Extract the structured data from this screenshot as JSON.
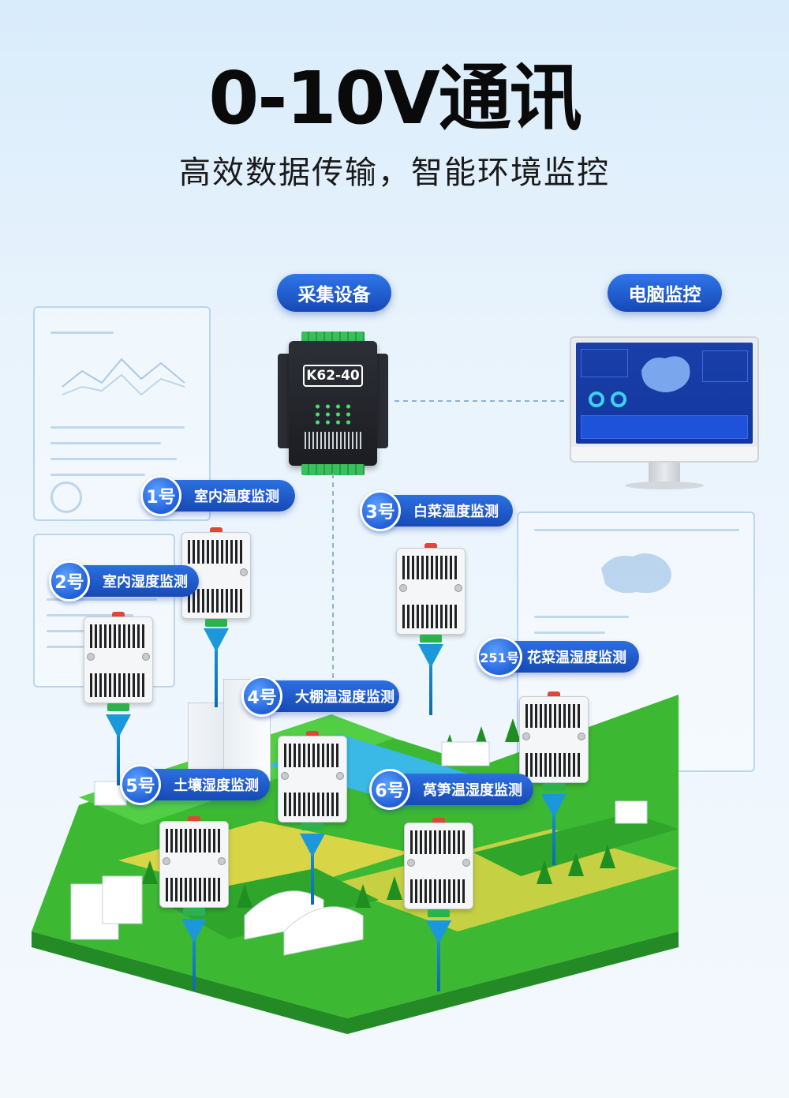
{
  "header": {
    "title": "0-10V通讯",
    "subtitle": "高效数据传输，智能环境监控"
  },
  "top_labels": {
    "collector": "采集设备",
    "computer": "电脑监控"
  },
  "device": {
    "model": "K62-40"
  },
  "sensors": [
    {
      "num": "1号",
      "label": "室内温度监测"
    },
    {
      "num": "2号",
      "label": "室内湿度监测"
    },
    {
      "num": "3号",
      "label": "白菜温度监测"
    },
    {
      "num": "4号",
      "label": "大棚温湿度监测"
    },
    {
      "num": "5号",
      "label": "土壤湿度监测"
    },
    {
      "num": "6号",
      "label": "莴笋温湿度监测"
    },
    {
      "num": "251号",
      "label": "花菜温湿度监测"
    }
  ],
  "colors": {
    "accent": "#1f5fd0",
    "field_green": "#43c23a",
    "path_yellow": "#f3d94a",
    "water": "#2aa4e8"
  }
}
